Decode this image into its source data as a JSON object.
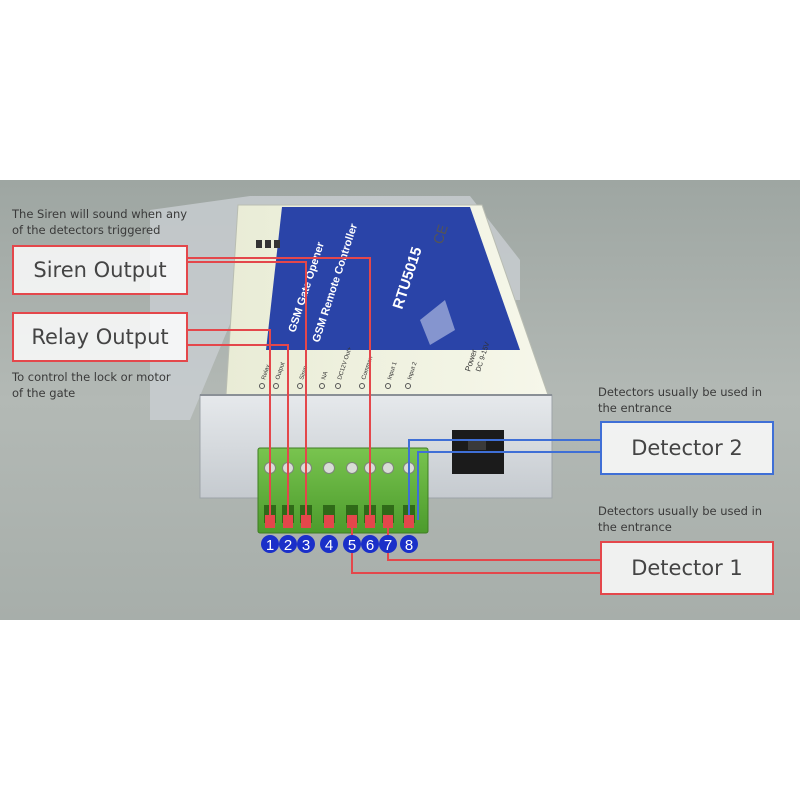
{
  "device": {
    "model": "RTU5015",
    "name_line1": "GSM Gate Opener",
    "name_line2": "GSM Remote Controller",
    "power_label": "Power",
    "power_spec": "DC 9-15V",
    "ce_mark": "CE",
    "terminal_labels": [
      "Relay",
      "Output",
      "Siren",
      "NA",
      "DC12V Out+",
      "Common",
      "Input 1",
      "Input 2"
    ]
  },
  "pins": [
    "1",
    "2",
    "3",
    "4",
    "5",
    "6",
    "7",
    "8"
  ],
  "annotations": {
    "siren_note_line1": "The Siren will sound when any",
    "siren_note_line2": "of the detectors triggered",
    "siren_label": "Siren Output",
    "relay_label": "Relay Output",
    "relay_note_line1": "To control the lock or motor",
    "relay_note_line2": "of the gate",
    "detector2_note_line1": "Detectors usually be used in",
    "detector2_note_line2": "the entrance",
    "detector2_label": "Detector 2",
    "detector1_note_line1": "Detectors usually be used in",
    "detector1_note_line2": "the entrance",
    "detector1_label": "Detector 1"
  },
  "colors": {
    "red": "#e4474b",
    "blue": "#3f6fd6",
    "terminal_green": "#5fb33a",
    "pin_badge": "#1a2fc9"
  }
}
